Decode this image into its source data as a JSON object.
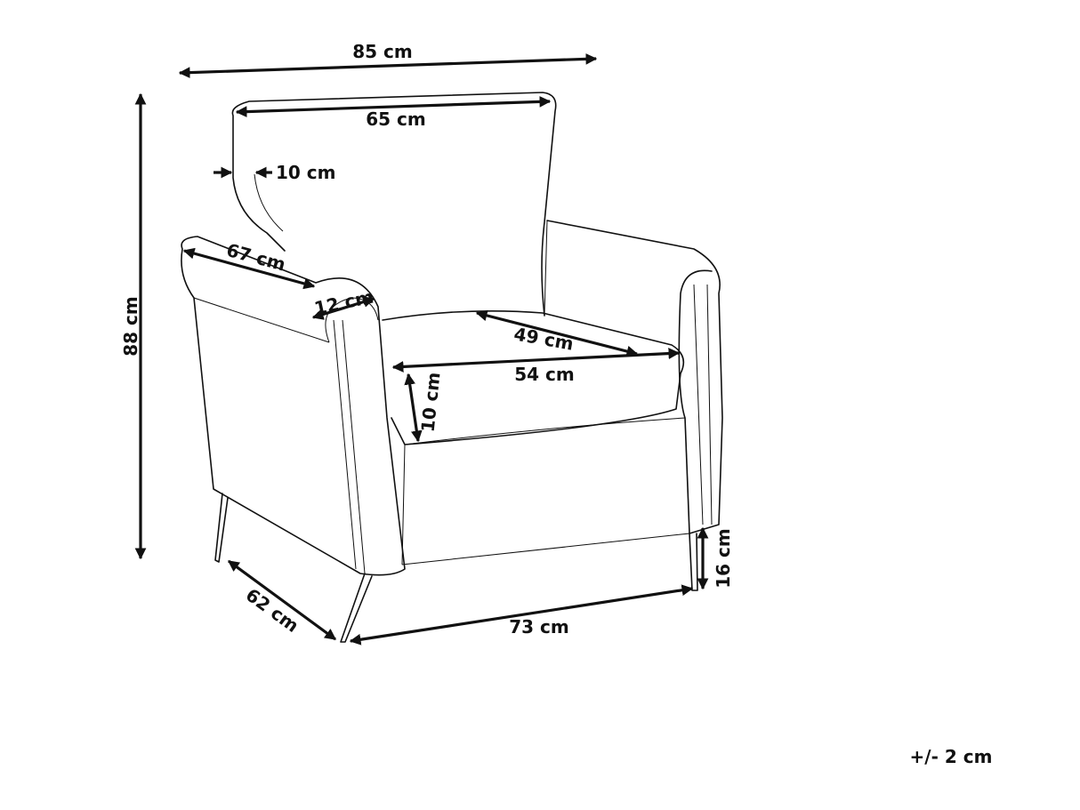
{
  "dimensions": {
    "overall_width": "85 cm",
    "backrest_width": "65 cm",
    "backrest_depth": "10 cm",
    "overall_height": "88 cm",
    "armrest_length": "67 cm",
    "armrest_width": "12 cm",
    "seat_depth": "49 cm",
    "seat_width": "54 cm",
    "seat_cushion_height": "10 cm",
    "leg_height": "16 cm",
    "overall_depth": "62 cm",
    "base_width": "73 cm"
  },
  "tolerance": "+/- 2 cm"
}
